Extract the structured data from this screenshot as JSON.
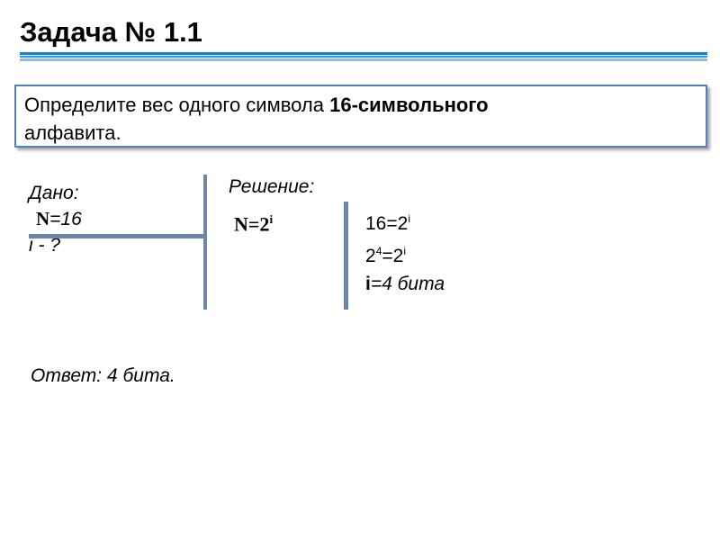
{
  "title": "Задача № 1.1",
  "task": {
    "text_part1": "Определите вес одного символа ",
    "text_bold": "16-символьного",
    "text_part2": "алфавита."
  },
  "given": {
    "heading": "Дано:",
    "n_var": "N",
    "n_value": "=16",
    "unknown": "i - ?"
  },
  "solution": {
    "heading": "Решение:",
    "formula_base": "N=2",
    "formula_exp": "i",
    "line1_base": "16=2",
    "line1_exp": "i",
    "line2_base": "2",
    "line2_exp1": "4",
    "line2_mid": "=2",
    "line2_exp2": "i",
    "line3_var": "i",
    "line3_rest": "=4 бита"
  },
  "answer": "Ответ: 4 бита.",
  "colors": {
    "accent_blue": "#4f81bd",
    "rule_blue": "#1f7fc6",
    "divider": "#6d85a8"
  }
}
